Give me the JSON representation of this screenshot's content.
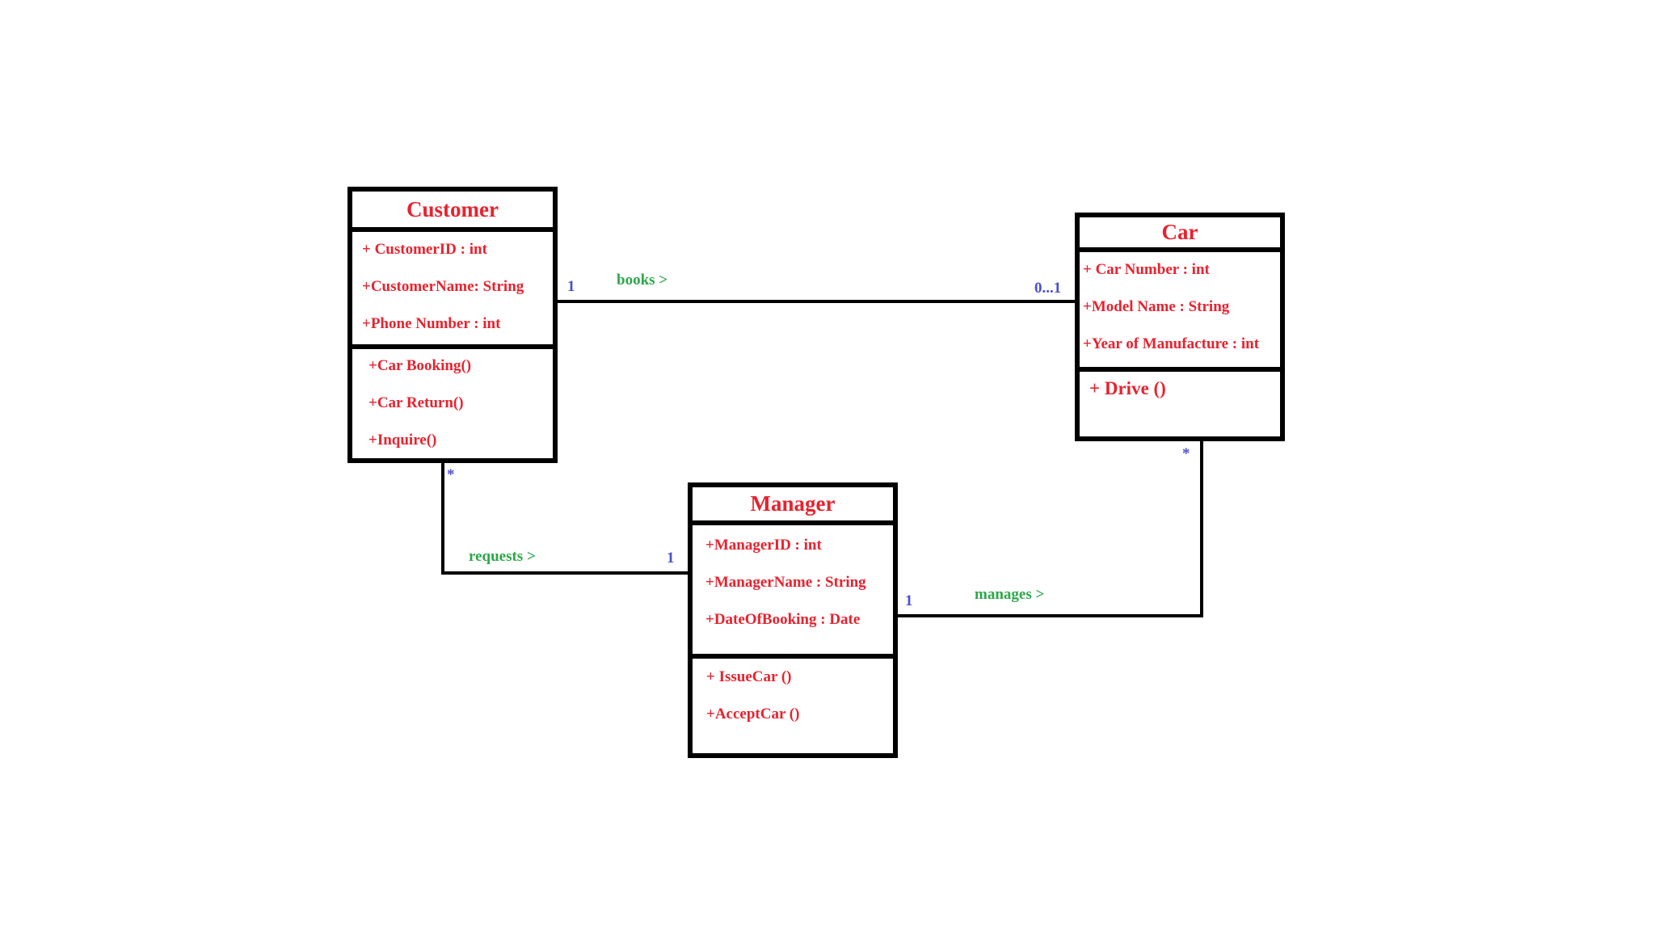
{
  "colors": {
    "class_text": "#e8222e",
    "association_label": "#2ca84a",
    "multiplicity": "#4a4fd0",
    "lines": "#000000"
  },
  "classes": {
    "customer": {
      "name": "Customer",
      "attributes": [
        "+ CustomerID : int",
        "+CustomerName: String",
        "+Phone Number : int"
      ],
      "operations": [
        "+Car Booking()",
        "+Car Return()",
        "+Inquire()"
      ]
    },
    "car": {
      "name": "Car",
      "attributes": [
        "+ Car Number : int",
        "+Model Name : String",
        "+Year of Manufacture : int"
      ],
      "operations": [
        "+ Drive ()"
      ]
    },
    "manager": {
      "name": "Manager",
      "attributes": [
        "+ManagerID : int",
        "+ManagerName : String",
        "+DateOfBooking : Date"
      ],
      "operations": [
        "+ IssueCar ()",
        "+AcceptCar ()"
      ]
    }
  },
  "associations": {
    "books": {
      "label": "books >",
      "mult_source": "1",
      "mult_target": "0...1"
    },
    "requests": {
      "label": "requests >",
      "mult_source": "*",
      "mult_target": "1"
    },
    "manages": {
      "label": "manages >",
      "mult_source": "1",
      "mult_target": "*"
    }
  }
}
